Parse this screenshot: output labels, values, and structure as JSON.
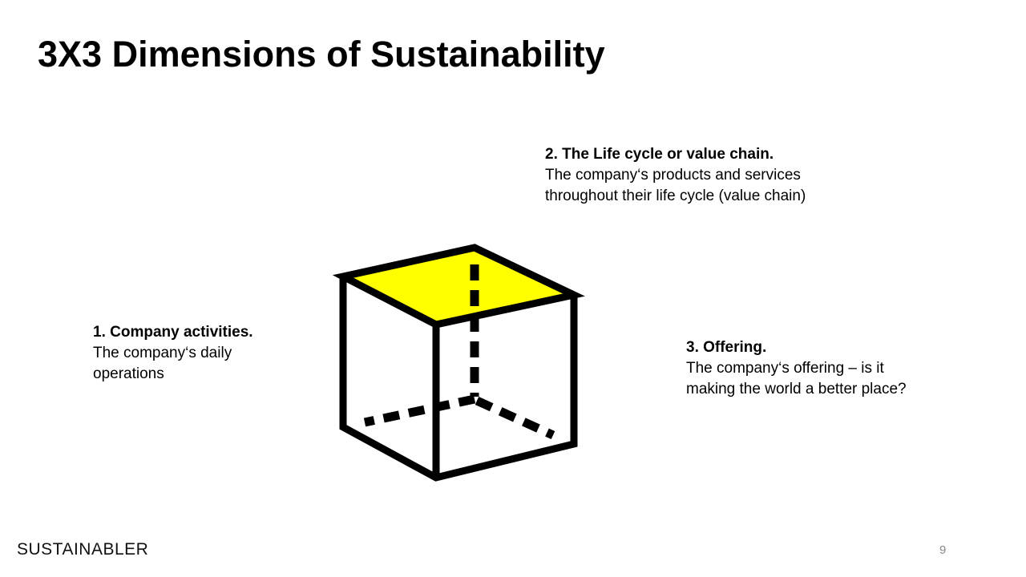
{
  "title": "3X3 Dimensions of Sustainability",
  "dimensions": [
    {
      "heading": "1. Company activities.",
      "text": "The company‘s daily operations"
    },
    {
      "heading": "2. The Life cycle or value chain.",
      "text": "The company‘s products and services throughout their life cycle (value chain)"
    },
    {
      "heading": "3. Offering.",
      "text": "The company‘s offering – is it making the world a better place?"
    }
  ],
  "colors": {
    "cube_top": "#ffff00"
  },
  "footer": {
    "logo": "SUSTAINABLER",
    "page_number": "9"
  }
}
